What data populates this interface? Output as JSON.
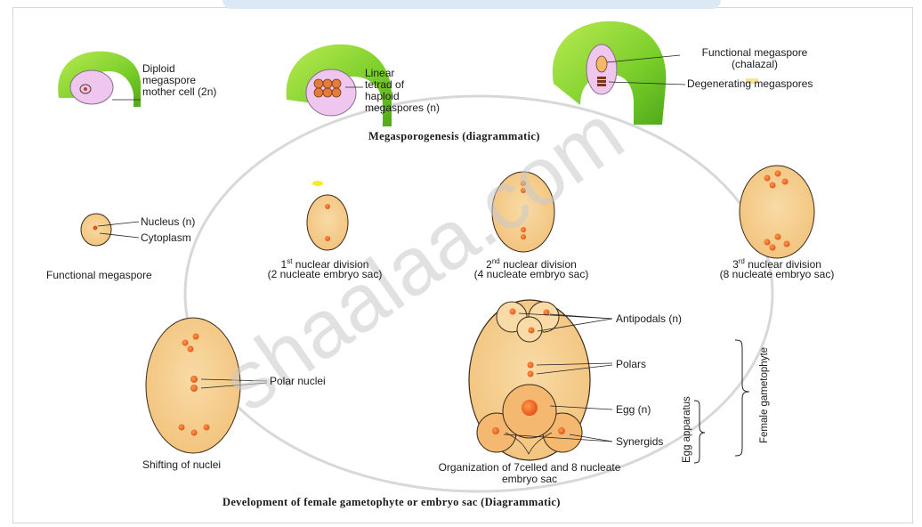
{
  "watermark": "shaalaa.com",
  "megasporogenesis": {
    "title": "Megasporogenesis (diagrammatic)",
    "stage1_label": "Diploid\nmegaspore\nmother cell (2n)",
    "stage2_label": "Linear\ntetrad of\nhaploid\nmegaspores (n)",
    "functional_label": "Functional megaspore\n(chalazal)",
    "degenerating_label": "Degenerating megaspores"
  },
  "development": {
    "title": "Development of female gametophyte or embryo sac (Diagrammatic)",
    "nucleus_label": "Nucleus (n)",
    "cytoplasm_label": "Cytoplasm",
    "functional_megaspore": "Functional megaspore",
    "div1_sup": "st",
    "div1_label": "1",
    "div1_rest": " nuclear division",
    "div1_sub": "(2 nucleate embryo sac)",
    "div2_sup": "nd",
    "div2_label": "2",
    "div2_rest": " nuclear division",
    "div2_sub": "(4 nucleate embryo sac)",
    "div3_sup": "rd",
    "div3_label": "3",
    "div3_rest": " nuclear division",
    "div3_sub": "(8 nucleate embryo sac)",
    "polar_nuclei": "Polar nuclei",
    "shifting": "Shifting of nuclei",
    "antipodals": "Antipodals (n)",
    "polars": "Polars",
    "egg": "Egg (n)",
    "synergids": "Synergids",
    "egg_apparatus": "Egg apparatus",
    "female_gametophyte": "Female gametophyte",
    "organization": "Organization of 7celled and 8 nucleate\nembryo sac"
  },
  "colors": {
    "ovule_green": "#7bcf2a",
    "nucellus_pink": "#efc6ee",
    "sac_fill": "#f5cf8e",
    "nucleus_orange": "#f06a1e",
    "watermark_gray": "#c9c9c9"
  }
}
